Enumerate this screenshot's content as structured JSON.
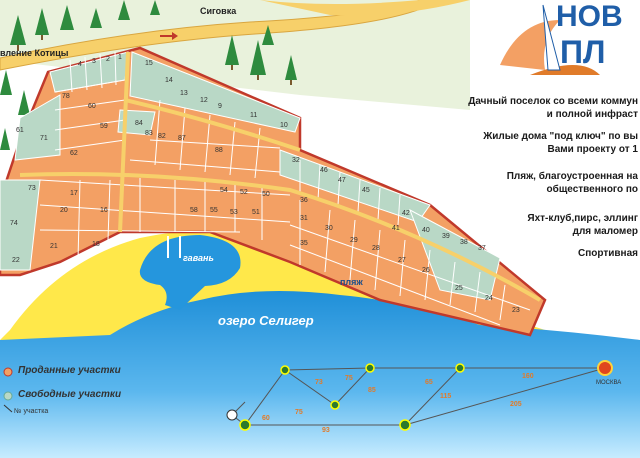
{
  "logo": {
    "line1": "НОВ",
    "line2": "ПЛ"
  },
  "places": {
    "village": "Сиговка",
    "road": "вление Котицы",
    "harbor": "гавань",
    "beach": "пляж",
    "lake": "озеро Селигер"
  },
  "info": [
    "Дачный поселок со всеми коммун",
    "и полной инфраст",
    "Жилые дома \"под ключ\" по вы",
    "Вами проекту от 1",
    "Пляж, благоустроенная на",
    "общественного по",
    "Яхт-клуб,пирс, эллинг",
    "для маломер",
    "Спортивная"
  ],
  "legend": {
    "sold": "Проданные участки",
    "free": "Свободные участки",
    "number": "№ участка"
  },
  "colors": {
    "sold": "#f3a064",
    "free": "#b9d8c6",
    "lake": "#3aa1e2",
    "beach": "#ffe84a",
    "road": "#f7d06a",
    "grass": "#e6f0d6"
  },
  "plots": {
    "row1": [
      "4",
      "3",
      "2",
      "1",
      "",
      "15",
      "14",
      "13",
      "12",
      "9",
      "11",
      "10"
    ],
    "row2": [
      "60",
      "59",
      "84",
      "83",
      "82",
      "87",
      "88",
      "32",
      "46",
      "47",
      "45",
      "42"
    ],
    "row3": [
      "73",
      "20",
      "17",
      "16",
      "58",
      "55",
      "53",
      "51",
      "31",
      "30",
      "40",
      "39",
      "38",
      "37"
    ],
    "row4": [
      "21",
      "18",
      "22",
      "29",
      "28",
      "27",
      "26",
      "25",
      "24",
      "23"
    ],
    "misc": [
      "61",
      "62",
      "71",
      "74",
      "78",
      "54",
      "52",
      "50",
      "36",
      "41",
      "35"
    ]
  },
  "route": {
    "edge_labels": [
      "73",
      "75",
      "85",
      "65",
      "160",
      "75",
      "115",
      "205",
      "60",
      "93"
    ],
    "moscow": "МОСКВА"
  }
}
